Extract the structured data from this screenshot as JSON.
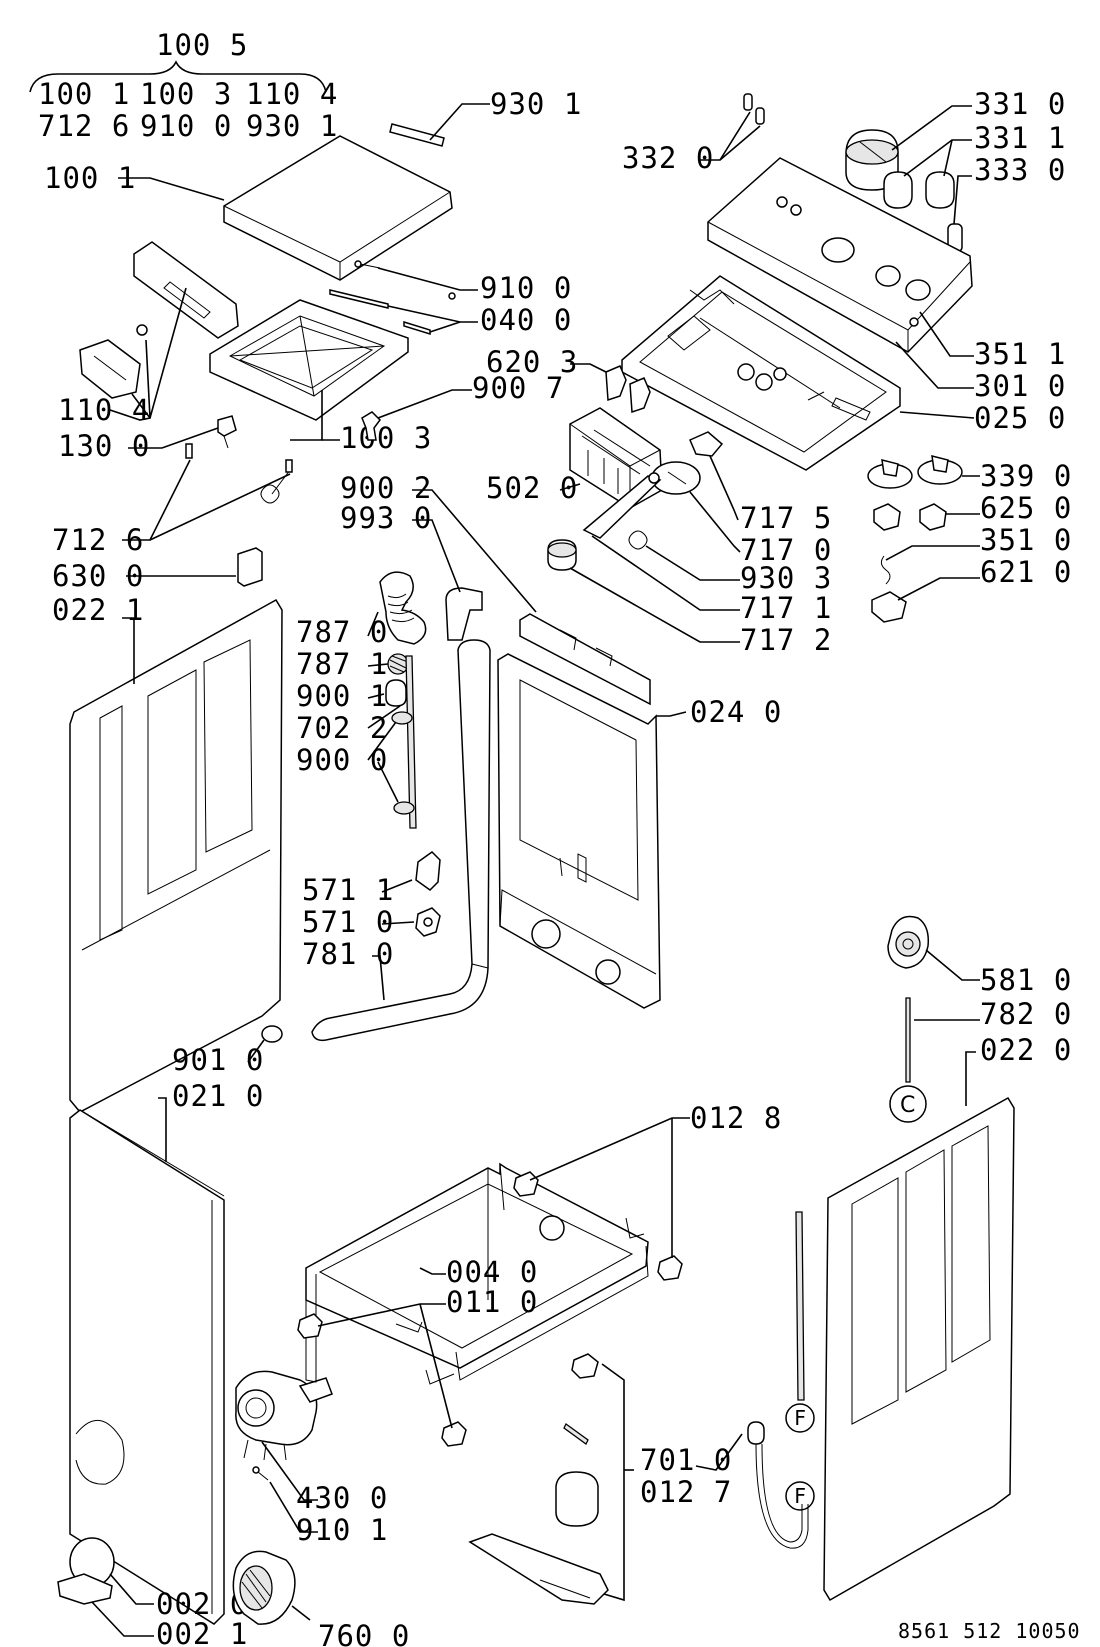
{
  "doc_code": "8561 512 10050",
  "assembly": {
    "top": "100 5",
    "row1": [
      "100 1",
      "100 3",
      "110 4"
    ],
    "row2": [
      "712 6",
      "910 0",
      "930 1"
    ]
  },
  "callouts": {
    "c9301": "930 1",
    "c1001": "100 1",
    "c3320": "332 0",
    "c3310": "331 0",
    "c3311": "331 1",
    "c3330": "333 0",
    "c9100": "910 0",
    "c0400": "040 0",
    "c6203": "620 3",
    "c9007": "900 7",
    "c3511": "351 1",
    "c3010": "301 0",
    "c0250": "025 0",
    "c1104": "110 4",
    "c1300": "130 0",
    "c1003": "100 3",
    "c9002": "900 2",
    "c9930": "993 0",
    "c5020": "502 0",
    "c7175": "717 5",
    "c7170": "717 0",
    "c9303": "930 3",
    "c7171": "717 1",
    "c7172": "717 2",
    "c3390": "339 0",
    "c6250": "625 0",
    "c3510": "351 0",
    "c6210": "621 0",
    "c7126": "712 6",
    "c6300": "630 0",
    "c0221": "022 1",
    "c7870": "787 0",
    "c7871": "787 1",
    "c9001": "900 1",
    "c7022": "702 2",
    "c9000": "900 0",
    "c0240": "024 0",
    "c5711": "571 1",
    "c5710": "571 0",
    "c7810": "781 0",
    "c9010": "901 0",
    "c0210": "021 0",
    "c5810": "581 0",
    "c7820": "782 0",
    "c0220": "022 0",
    "c0128": "012 8",
    "c0040": "004 0",
    "c0110": "011 0",
    "c7010": "701 0",
    "c0127": "012 7",
    "c4300": "430 0",
    "c9101": "910 1",
    "c0200": "002 0",
    "c0021": "002 1",
    "c7600": "760 0"
  }
}
